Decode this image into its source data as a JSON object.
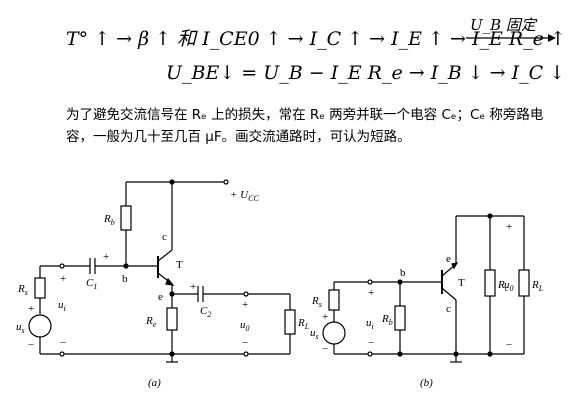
{
  "equation_1": "T° ↑ → β ↑ 和 I_CE0 ↑ → I_C ↑ → I_E ↑ → I_E R_e ↑",
  "equation_1_arrow_label": "U_B 固定",
  "equation_2": "U_BE↓ = U_B − I_E R_e → I_B ↓ → I_C ↓",
  "paragraph": "为了避免交流信号在 Rₑ 上的损失，常在 Rₑ 两旁并联一个电容 Cₑ；Cₑ 称旁路电容，一般为几十至几百 μF。画交流通路时，可认为短路。",
  "circuit_a": {
    "caption": "(a)",
    "labels": {
      "vcc": "+ U",
      "vcc_sub": "CC",
      "rb": "R",
      "rb_sub": "b",
      "rs": "R",
      "rs_sub": "s",
      "c1": "C",
      "c1_sub": "1",
      "c2": "C",
      "c2_sub": "2",
      "re": "R",
      "re_sub": "e",
      "rl": "R",
      "rl_sub": "L",
      "ui": "u",
      "ui_sub": "i",
      "us": "u",
      "us_sub": "s",
      "uo": "u",
      "uo_sub": "0",
      "node_b": "b",
      "node_c": "c",
      "node_e": "e",
      "transistor": "T",
      "plus": "+",
      "minus": "−"
    }
  },
  "circuit_b": {
    "caption": "(b)",
    "labels": {
      "rs": "R",
      "rs_sub": "s",
      "rb": "R",
      "rb_sub": "b",
      "rc": "R",
      "rc_sub": "c",
      "rl": "R",
      "rl_sub": "L",
      "ui": "u",
      "ui_sub": "i",
      "us": "u",
      "us_sub": "s",
      "uo": "u",
      "uo_sub": "0",
      "node_b": "b",
      "node_c": "c",
      "node_e": "e",
      "transistor": "T",
      "plus": "+",
      "minus": "−"
    }
  }
}
